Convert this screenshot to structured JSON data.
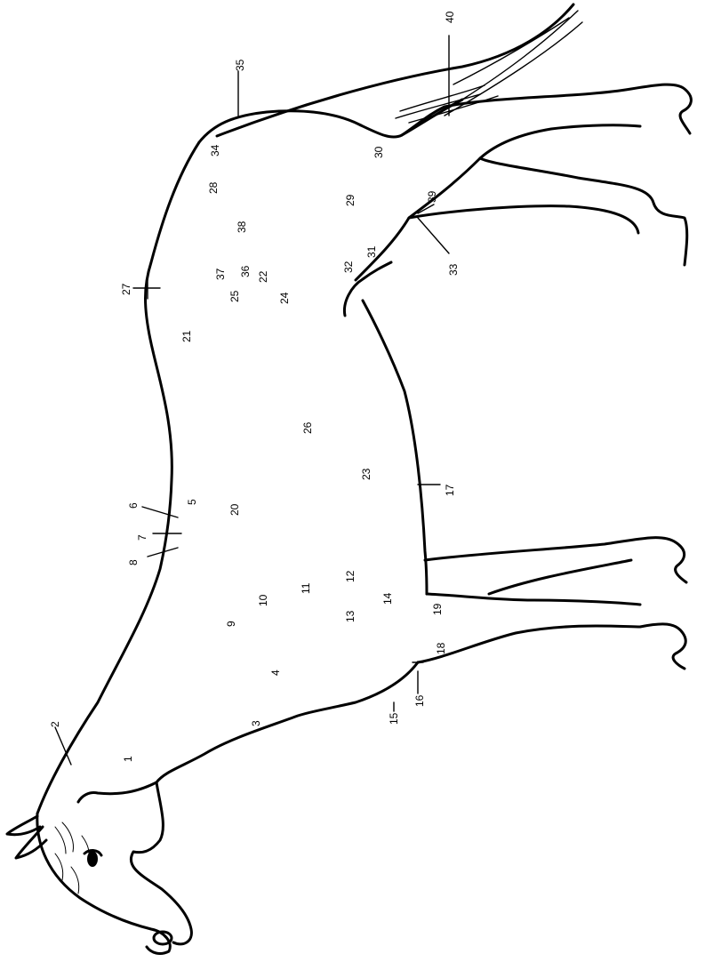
{
  "labels": [
    "1",
    "2",
    "3",
    "4",
    "5",
    "6",
    "7",
    "8",
    "9",
    "10",
    "11",
    "12",
    "13",
    "14",
    "15",
    "16",
    "17",
    "18",
    "19",
    "20",
    "21",
    "22",
    "23",
    "24",
    "25",
    "26",
    "27",
    "28",
    "29",
    "30",
    "31",
    "32",
    "33",
    "34",
    "35",
    "36",
    "37",
    "38",
    "39",
    "40"
  ],
  "colors": {
    "ink": "#000000",
    "background": "#ffffff"
  }
}
